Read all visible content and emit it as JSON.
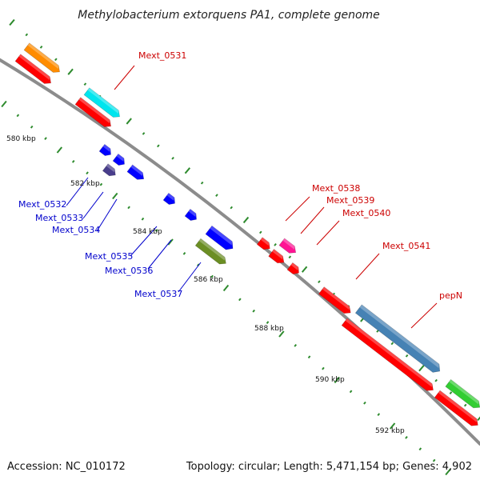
{
  "title": "Methylobacterium extorquens PA1, complete genome",
  "footer": {
    "accession": "Accession: NC_010172",
    "summary": "Topology: circular; Length: 5,471,154 bp; Genes: 4,902"
  },
  "colors": {
    "backbone": "#8c8c8c",
    "tick": "#2e8b2e",
    "plus_strand_label": "#cc0000",
    "minus_strand_label": "#0000cc"
  },
  "ticks": [
    {
      "label": "580 kbp"
    },
    {
      "label": "582 kbp"
    },
    {
      "label": "584 kbp"
    },
    {
      "label": "586 kbp"
    },
    {
      "label": "588 kbp"
    },
    {
      "label": "590 kbp"
    },
    {
      "label": "592 kbp"
    }
  ],
  "gene_labels": [
    {
      "name": "Mext_0531",
      "strand": "plus"
    },
    {
      "name": "Mext_0532",
      "strand": "minus"
    },
    {
      "name": "Mext_0533",
      "strand": "minus"
    },
    {
      "name": "Mext_0534",
      "strand": "minus"
    },
    {
      "name": "Mext_0535",
      "strand": "minus"
    },
    {
      "name": "Mext_0536",
      "strand": "minus"
    },
    {
      "name": "Mext_0537",
      "strand": "minus"
    },
    {
      "name": "Mext_0538",
      "strand": "plus"
    },
    {
      "name": "Mext_0539",
      "strand": "plus"
    },
    {
      "name": "Mext_0540",
      "strand": "plus"
    },
    {
      "name": "Mext_0541",
      "strand": "plus"
    },
    {
      "name": "pepN",
      "strand": "plus"
    }
  ],
  "features": [
    {
      "color": "#ff8c00"
    },
    {
      "color": "#ff0000"
    },
    {
      "color": "#00e5ee"
    },
    {
      "color": "#ff0000"
    },
    {
      "color": "#0000ff"
    },
    {
      "color": "#0000ff"
    },
    {
      "color": "#483d8b"
    },
    {
      "color": "#0000ff"
    },
    {
      "color": "#0000ff"
    },
    {
      "color": "#0000ff"
    },
    {
      "color": "#0000ff"
    },
    {
      "color": "#6b8e23"
    },
    {
      "color": "#ff0000"
    },
    {
      "color": "#ff1493"
    },
    {
      "color": "#ff0000"
    },
    {
      "color": "#ff0000"
    },
    {
      "color": "#ff0000"
    },
    {
      "color": "#4682b4"
    },
    {
      "color": "#ff0000"
    },
    {
      "color": "#32cd32"
    },
    {
      "color": "#ff0000"
    }
  ]
}
